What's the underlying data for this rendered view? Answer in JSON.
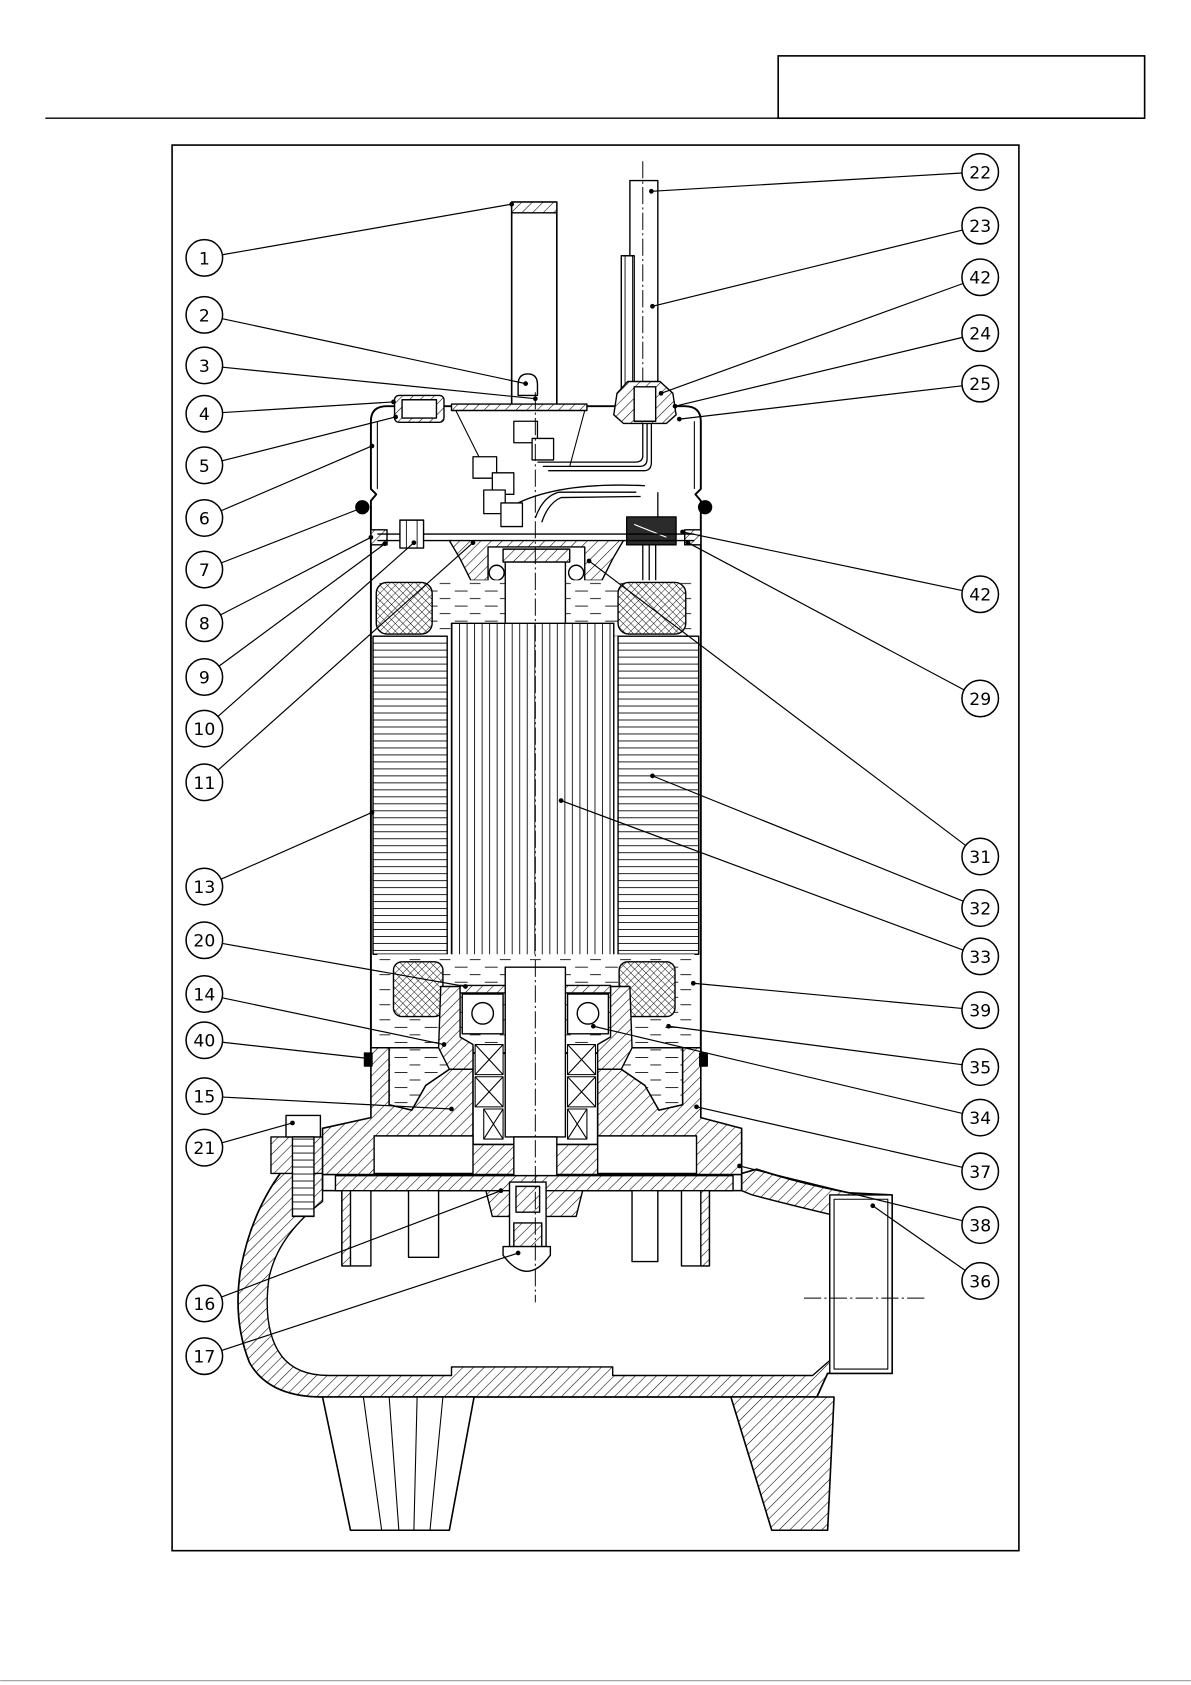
{
  "callouts": {
    "left": [
      "1",
      "2",
      "3",
      "4",
      "5",
      "6",
      "7",
      "8",
      "9",
      "10",
      "11",
      "13",
      "20",
      "14",
      "40",
      "15",
      "21",
      "16",
      "17"
    ],
    "right": [
      "22",
      "23",
      "42",
      "24",
      "25",
      "42",
      "29",
      "31",
      "32",
      "33",
      "39",
      "35",
      "34",
      "37",
      "38",
      "36"
    ]
  }
}
